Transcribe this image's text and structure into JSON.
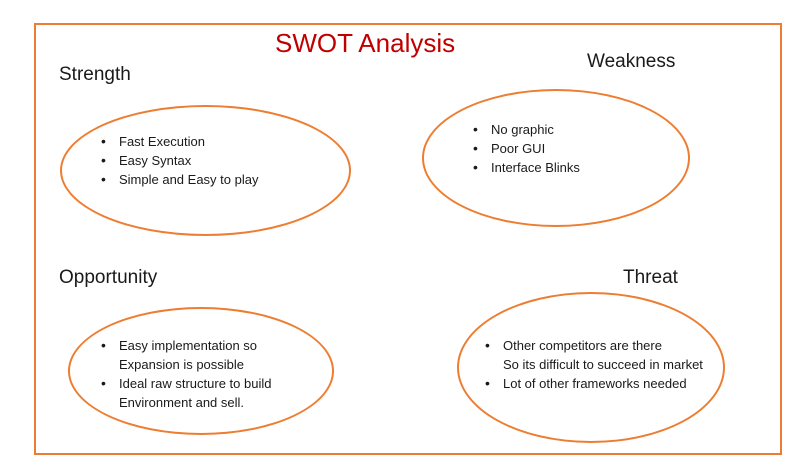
{
  "title": "SWOT Analysis",
  "colors": {
    "frame": "#ED7D31",
    "title": "#C00000",
    "text": "#1a1a1a"
  },
  "strength": {
    "heading": "Strength",
    "items": [
      "Fast Execution",
      "Easy Syntax",
      "Simple and Easy to play"
    ]
  },
  "weakness": {
    "heading": "Weakness",
    "items": [
      "No graphic",
      "Poor GUI",
      "Interface Blinks"
    ]
  },
  "opportunity": {
    "heading": "Opportunity",
    "items": [
      {
        "lines": [
          "Easy implementation so",
          "Expansion is possible"
        ]
      },
      {
        "lines": [
          "Ideal raw structure to build",
          "Environment and sell."
        ]
      }
    ]
  },
  "threat": {
    "heading": "Threat",
    "items": [
      {
        "lines": [
          "Other competitors are there",
          "So its difficult to succeed in market"
        ]
      },
      {
        "lines": [
          "Lot of other frameworks needed"
        ]
      }
    ]
  }
}
